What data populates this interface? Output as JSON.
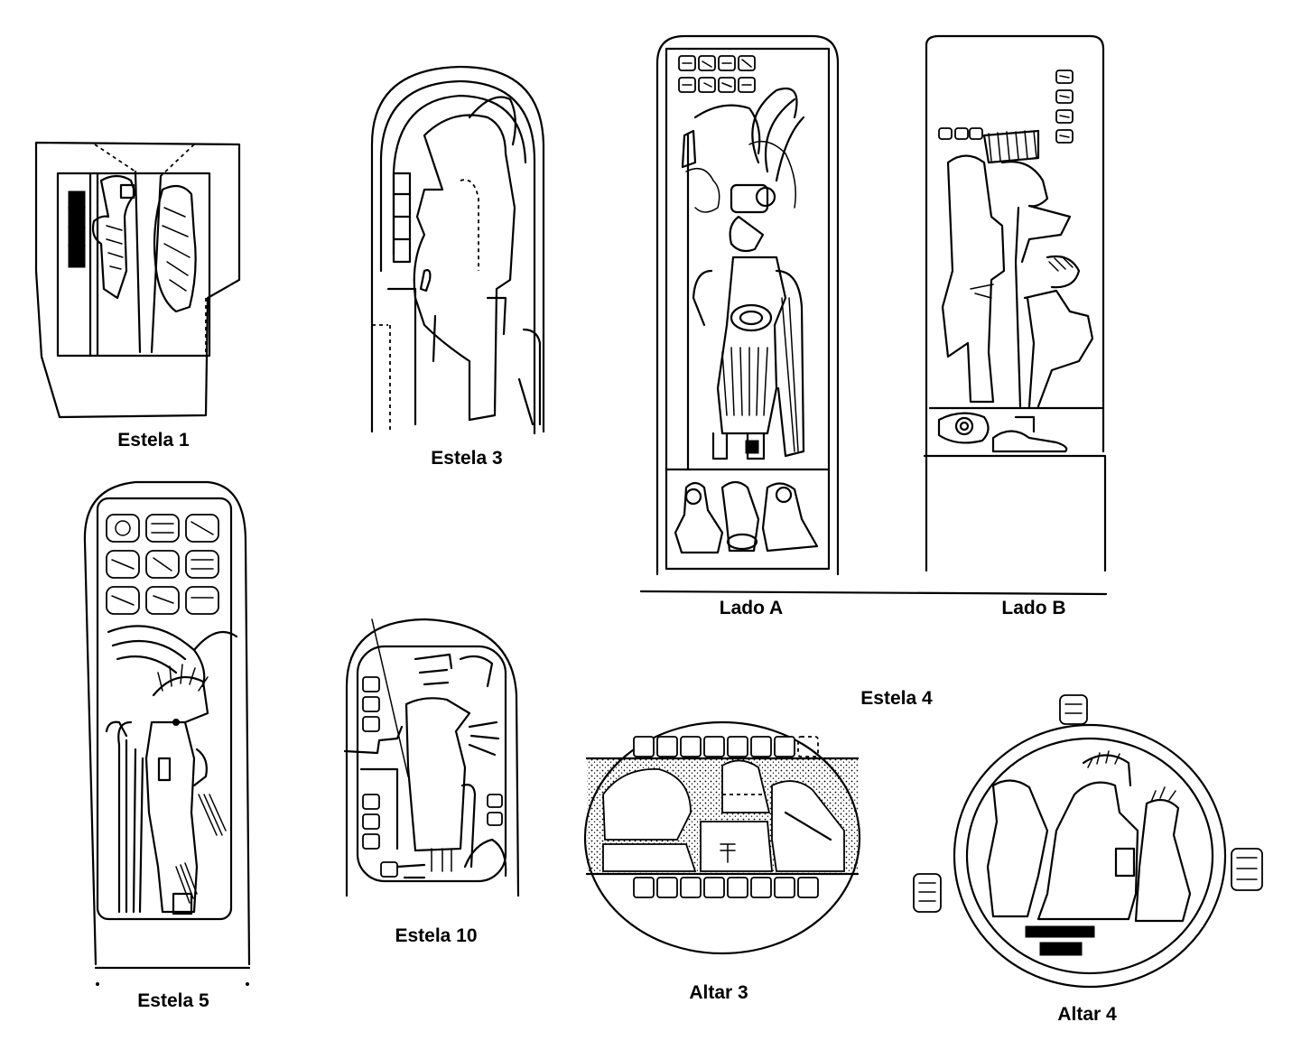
{
  "labels": {
    "estela1": "Estela 1",
    "estela3": "Estela 3",
    "ladoA": "Lado A",
    "ladoB": "Lado B",
    "estela4": "Estela 4",
    "estela5": "Estela 5",
    "estela10": "Estela 10",
    "altar3": "Altar 3",
    "altar4": "Altar 4"
  },
  "colors": {
    "ink": "#000000",
    "paper": "#ffffff"
  }
}
